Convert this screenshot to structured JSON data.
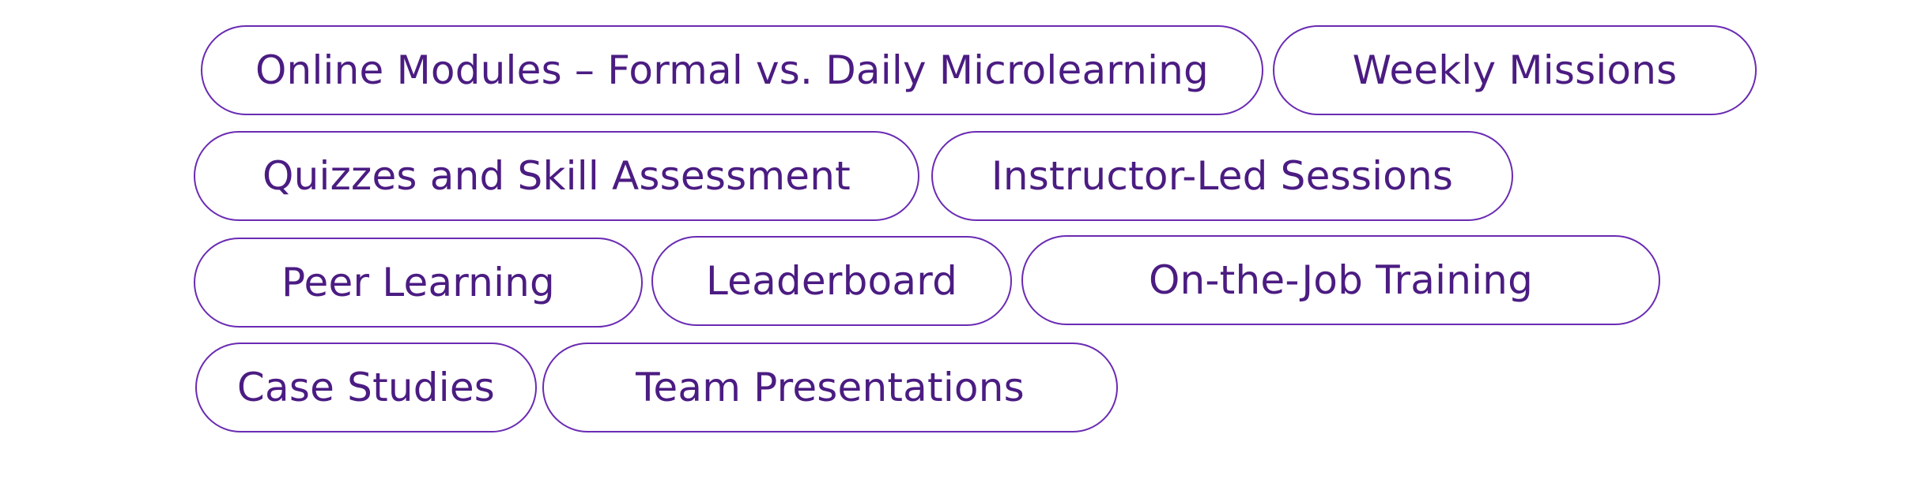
{
  "tags": [
    "Online Modules – Formal vs. Daily Microlearning",
    "Weekly Missions",
    "Quizzes and Skill Assessment",
    "Instructor-Led Sessions",
    "Peer Learning",
    "Leaderboard",
    "On-the-Job Training",
    "Case Studies",
    "Team Presentations"
  ],
  "colors": {
    "border": "#6a2bb3",
    "text": "#4b1c82",
    "background": "#ffffff"
  }
}
